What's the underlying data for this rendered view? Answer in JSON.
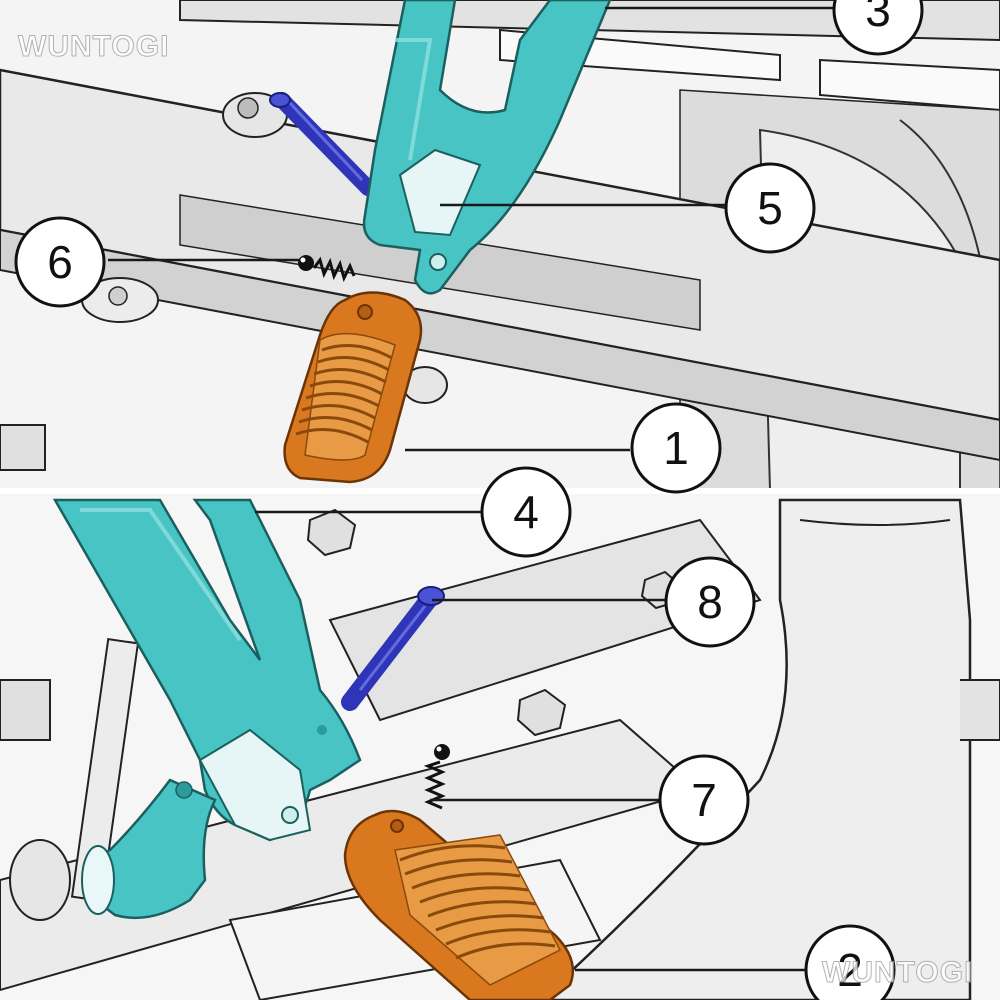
{
  "watermark": {
    "top": "WUNTOGI",
    "bottom": "WUNTOGI"
  },
  "callouts": {
    "c1": "1",
    "c2": "2",
    "c3": "3",
    "c4": "4",
    "c5": "5",
    "c6": "6",
    "c7": "7",
    "c8": "8"
  },
  "colors": {
    "bracket": "#48c4c4",
    "bracket_dark": "#2a9a9a",
    "footpeg": "#d9781e",
    "footpeg_dark": "#9c4f0c",
    "pin": "#2e35b8",
    "frame": "#e9e9e9",
    "line": "#1a1a1a"
  }
}
